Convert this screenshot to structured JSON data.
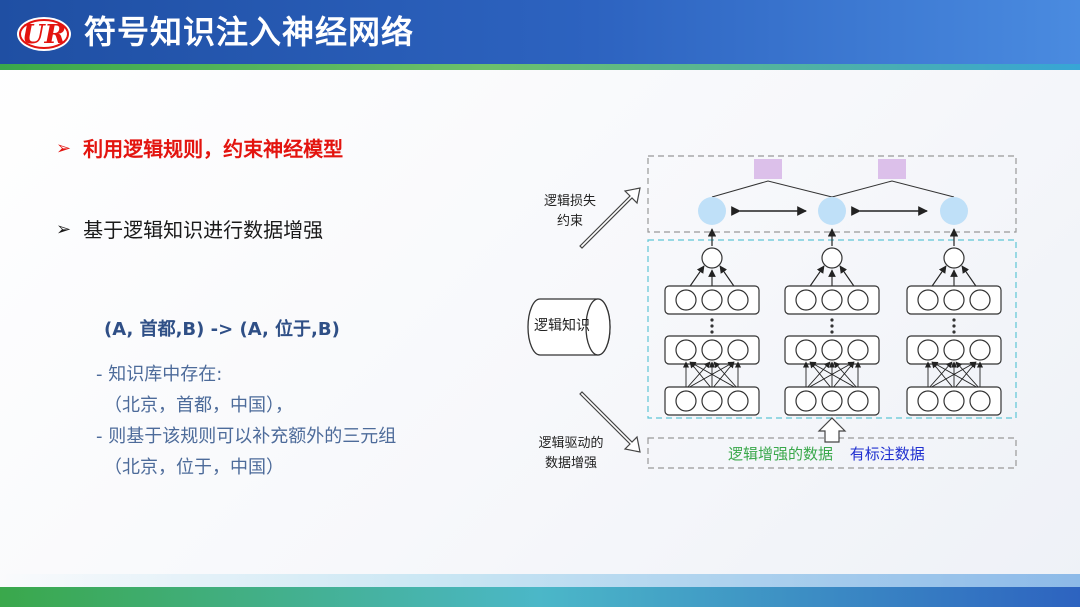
{
  "header": {
    "logo_text": "UR",
    "title": "符号知识注入神经网络",
    "colors": {
      "bar": "#2d63c0",
      "stripe": "#3aa84b"
    }
  },
  "bullets": [
    {
      "icon": "arrow-bullet-icon",
      "text": "利用逻辑规则，约束神经模型",
      "color": "#e3140f"
    },
    {
      "icon": "arrow-bullet-icon",
      "text": "基于逻辑知识进行数据增强",
      "color": "#1a1a1a"
    }
  ],
  "example": {
    "rule": "(A, 首都,B)   -> (A, 位于,B)",
    "lines": [
      "- 知识库中存在:",
      "（北京，首都，中国），",
      "- 则基于该规则可以补充额外的三元组",
      "（北京，位于，中国）"
    ]
  },
  "diagram": {
    "loss_label_line1": "逻辑损失",
    "loss_label_line2": "约束",
    "knowledge_label": "逻辑知识",
    "aug_label_line1": "逻辑驱动的",
    "aug_label_line2": "数据增强",
    "data_augmented": "逻辑增强的数据",
    "data_labeled": "有标注数据",
    "colors": {
      "output_node": "#bfe0f8",
      "pair_box": "#dcc0ea",
      "dash_box": "#5fc6d6",
      "augmented_text": "#3aa84b",
      "labeled_text": "#1f2fd0"
    }
  }
}
